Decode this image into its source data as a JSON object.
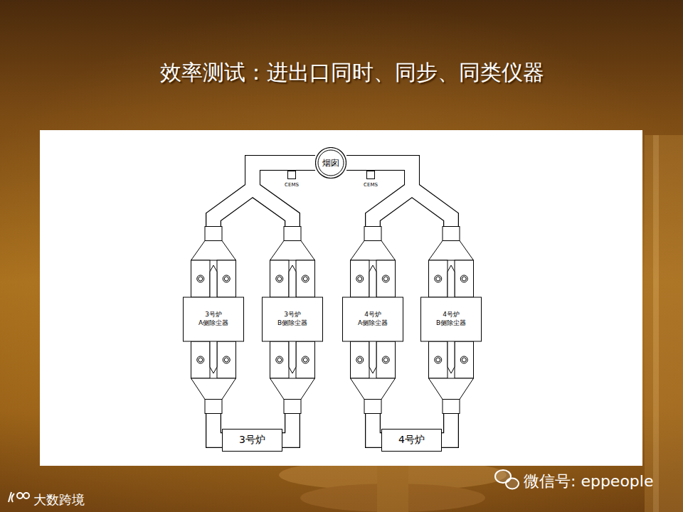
{
  "diagram": {
    "title": "效率测试：进出口同时、同步、同类仪器",
    "nodes": [
      {
        "text": [
          "烟囱"
        ]
      },
      {
        "text": [
          "CEMS"
        ]
      },
      {
        "text": [
          "CEMS"
        ]
      },
      {
        "text": [
          "3号炉 A侧除尘器"
        ]
      },
      {
        "text": [
          "3号炉 B侧除尘器"
        ]
      },
      {
        "text": [
          "4号炉 A侧除尘器"
        ]
      },
      {
        "text": [
          "4号炉 B侧除尘器"
        ]
      },
      {
        "text": [
          "3号炉"
        ]
      },
      {
        "text": [
          "4号炉"
        ]
      }
    ],
    "edges": [
      {
        "from": 7,
        "to": 3,
        "arrow": "none"
      },
      {
        "from": 7,
        "to": 4,
        "arrow": "none"
      },
      {
        "from": 8,
        "to": 5,
        "arrow": "none"
      },
      {
        "from": 8,
        "to": 6,
        "arrow": "none"
      },
      {
        "from": 3,
        "to": 0,
        "arrow": "none"
      },
      {
        "from": 4,
        "to": 0,
        "arrow": "none"
      },
      {
        "from": 5,
        "to": 0,
        "arrow": "none"
      },
      {
        "from": 6,
        "to": 0,
        "arrow": "none"
      }
    ],
    "labels": [
      "微信号: eppeople",
      "大数跨境"
    ]
  }
}
